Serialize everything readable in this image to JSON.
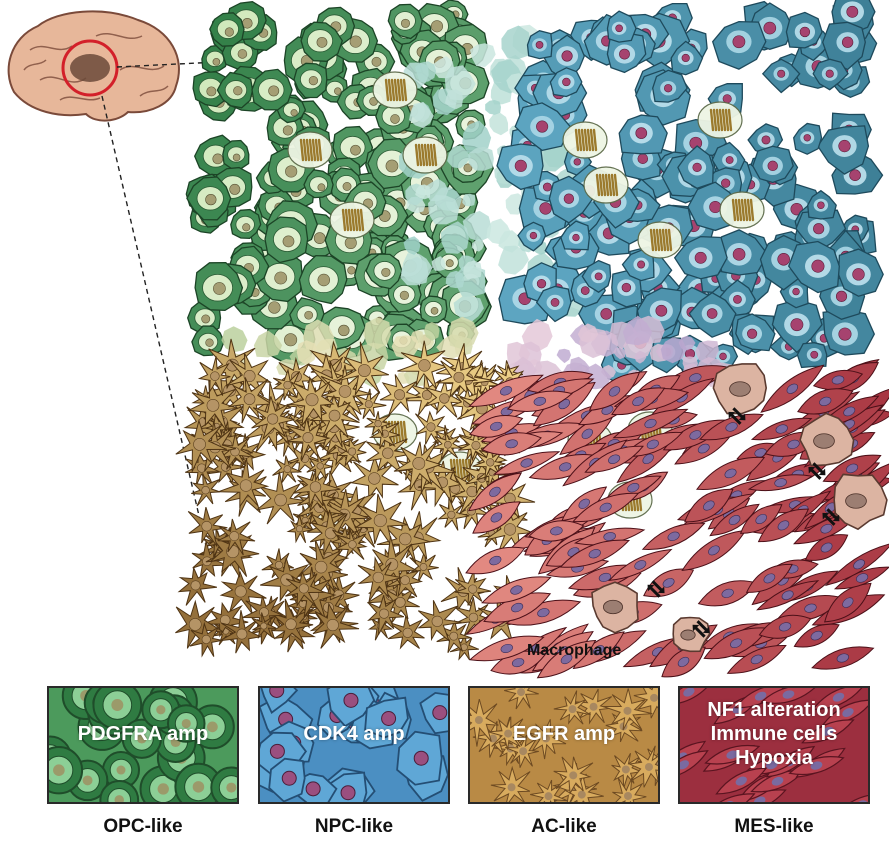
{
  "figure": {
    "macrophage_label": "Macrophage",
    "panels": [
      {
        "key": "opc",
        "lines": [
          "PDGFRA amp"
        ],
        "label": "OPC-like",
        "bg": "#4c9a5c",
        "cell": "#2f7b42",
        "inner": "#8ccf96",
        "nucleus": "#9b9a6a",
        "edge": "#1f4d2a"
      },
      {
        "key": "npc",
        "lines": [
          "CDK4 amp"
        ],
        "label": "NPC-like",
        "bg": "#4b8fc2",
        "cell": "#5fa7d6",
        "inner": "#86c1e6",
        "nucleus": "#9a4f7f",
        "edge": "#244e74"
      },
      {
        "key": "ac",
        "lines": [
          "EGFR amp"
        ],
        "label": "AC-like",
        "bg": "#b98a45",
        "cell": "#d8ab5e",
        "inner": "#efd08c",
        "nucleus": "#a88860",
        "edge": "#6d4a22"
      },
      {
        "key": "mes",
        "lines": [
          "NF1 alteration",
          "Immune cells",
          "Hypoxia"
        ],
        "label": "MES-like",
        "bg": "#9c2f3f",
        "cell": "#b8414f",
        "inner": "#c9606a",
        "nucleus": "#7a6aa0",
        "edge": "#5a1420"
      }
    ]
  },
  "palette": {
    "opc_dark": "#2f7d45",
    "opc_light": "#cfe8b9",
    "npc_dark": "#3d7f96",
    "npc_light": "#a9d6e6",
    "ac_dark": "#8a6532",
    "ac_light": "#f1d48b",
    "mes_dark": "#a5323f",
    "mes_light": "#e48d84",
    "brain": "#e7b79a",
    "brain_outline": "#7a4a3a",
    "highlight_ring": "#d3202a",
    "macrophage": "#dcb4a2"
  }
}
